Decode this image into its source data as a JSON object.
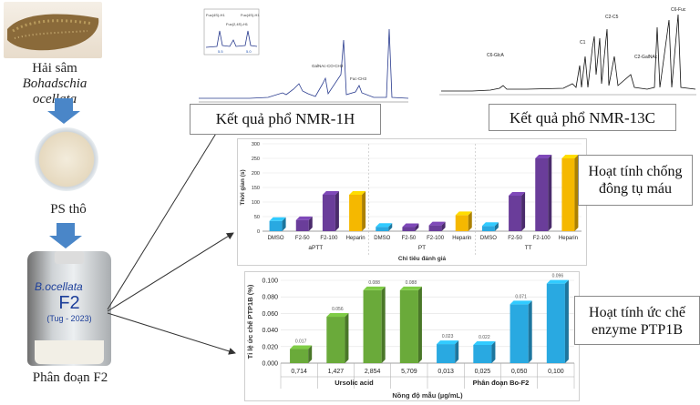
{
  "left_flow": {
    "source_label_line1": "Hải sâm",
    "source_label_line2": "Bohadschia ocellata",
    "crude_label": "PS thô",
    "fraction_label": "Phân đoạn F2",
    "bottle_text_line1": "B.ocellata",
    "bottle_text_line2": "F2",
    "bottle_text_line3": "(Tug - 2023)"
  },
  "nmr1h": {
    "title": "Kết quả phổ NMR-1H",
    "peak_labels": [
      "Fuc(4S)-H1",
      "Fuc(2,4S)-H1",
      "Fuc(4S)-H1",
      "GalNAc-CO-CH3",
      "Fuc-CH3"
    ],
    "inset_ticks": [
      "5.5",
      "5.0"
    ]
  },
  "nmr13c": {
    "title": "Kết quả phổ NMR-13C",
    "peak_labels": [
      "C6-GlcA",
      "C1",
      "C2-C5",
      "C2-GalNAc",
      "C6-Fuc"
    ]
  },
  "anticoag": {
    "title_line1": "Hoạt tính chống",
    "title_line2": "đông tụ máu",
    "chart_data": {
      "type": "bar",
      "ylabel": "Thời gian (s)",
      "xlabel": "Chỉ tiêu đánh giá",
      "ylim": [
        0,
        300
      ],
      "yticks": [
        0,
        50,
        100,
        150,
        200,
        250,
        300
      ],
      "groups": [
        "aPTT",
        "PT",
        "TT"
      ],
      "categories": [
        "DMSO",
        "F2-50",
        "F2-100",
        "Heparin"
      ],
      "colors": [
        "#29a9e1",
        "#6a3d9a",
        "#6a3d9a",
        "#f5b800"
      ],
      "values": [
        [
          35,
          38,
          125,
          125
        ],
        [
          15,
          14,
          20,
          55
        ],
        [
          18,
          122,
          250,
          250
        ]
      ]
    }
  },
  "ptp1b": {
    "title_line1": "Hoạt tính ức chế",
    "title_line2": "enzyme PTP1B",
    "chart_data": {
      "type": "bar",
      "ylabel": "Tỉ lệ ức chế  PTP1B  (%)",
      "xlabel": "Nồng độ mẫu (µg/mL)",
      "ylim": [
        0,
        0.1
      ],
      "yticks": [
        "0.000",
        "0.020",
        "0.040",
        "0.060",
        "0.080",
        "0.100"
      ],
      "categories": [
        "0,714",
        "1,427",
        "2,854",
        "5,709",
        "0,013",
        "0,025",
        "0,050",
        "0,100"
      ],
      "groups": [
        "Ursolic acid",
        "Phân đoạn Bo-F2"
      ],
      "values": [
        0.017,
        0.056,
        0.088,
        0.088,
        0.023,
        0.022,
        0.071,
        0.096
      ],
      "value_labels": [
        "0.017",
        "0.056",
        "0.088",
        "0.088",
        "0.023",
        "0.022",
        "0.071",
        "0.096"
      ],
      "colors": [
        "#6aaa3a",
        "#6aaa3a",
        "#6aaa3a",
        "#6aaa3a",
        "#29a9e1",
        "#29a9e1",
        "#29a9e1",
        "#29a9e1"
      ]
    }
  }
}
